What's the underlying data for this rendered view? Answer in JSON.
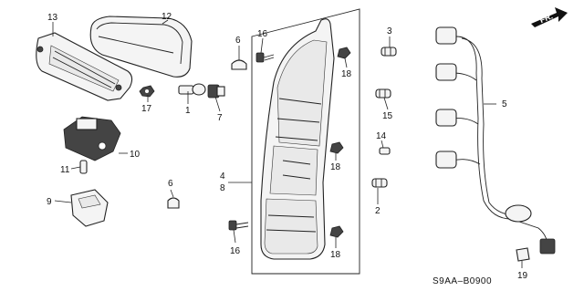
{
  "diagram": {
    "callouts": {
      "c1": "1",
      "c2": "2",
      "c3": "3",
      "c4": "4",
      "c5": "5",
      "c6a": "6",
      "c6b": "6",
      "c7": "7",
      "c8": "8",
      "c9": "9",
      "c10": "10",
      "c11": "11",
      "c12": "12",
      "c13": "13",
      "c14": "14",
      "c15": "15",
      "c16a": "16",
      "c16b": "16",
      "c17": "17",
      "c18a": "18",
      "c18b": "18",
      "c18c": "18",
      "c19": "19"
    },
    "direction_label": "FR.",
    "diagram_code": "S9AA–B0900"
  }
}
